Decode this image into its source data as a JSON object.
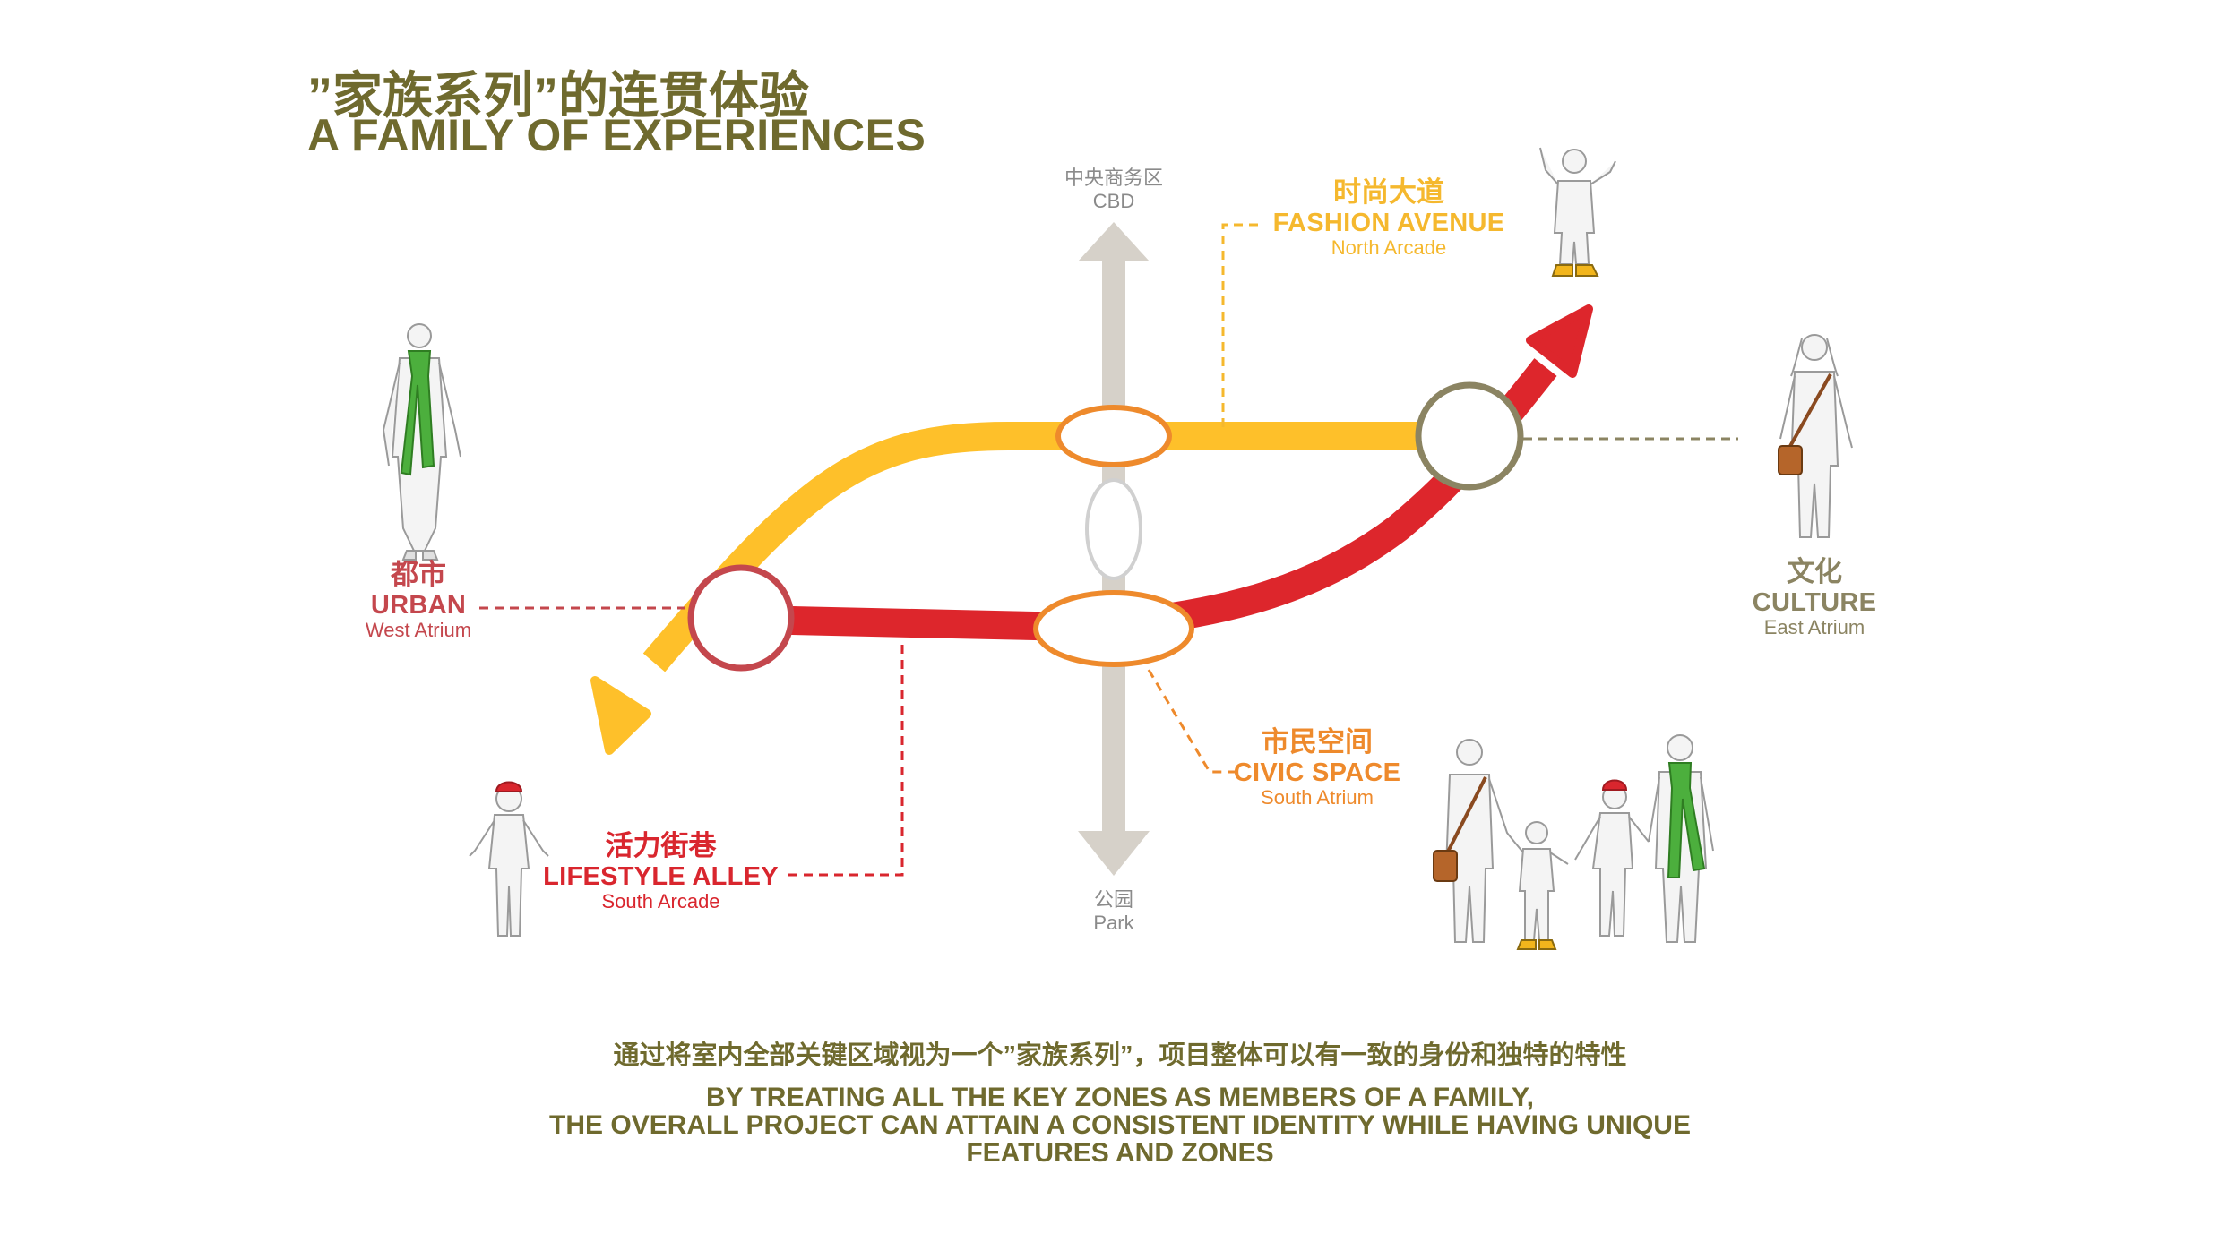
{
  "title": {
    "cn": "”家族系列”的连贯体验",
    "en": "A FAMILY OF EXPERIENCES"
  },
  "axis": {
    "top": {
      "cn": "中央商务区",
      "en": "CBD"
    },
    "bottom": {
      "cn": "公园",
      "en": "Park"
    }
  },
  "zones": {
    "fashion": {
      "cn": "时尚大道",
      "en": "FASHION AVENUE",
      "sub": "North Arcade",
      "color": "#f5b82e"
    },
    "urban": {
      "cn": "都市",
      "en": "URBAN",
      "sub": "West Atrium",
      "color": "#c4474d"
    },
    "culture": {
      "cn": "文化",
      "en": "CULTURE",
      "sub": "East Atrium",
      "color": "#8b8462"
    },
    "civic": {
      "cn": "市民空间",
      "en": "CIVIC SPACE",
      "sub": "South Atrium",
      "color": "#ee8a2c"
    },
    "lifestyle": {
      "cn": "活力街巷",
      "en": "LIFESTYLE ALLEY",
      "sub": "South Arcade",
      "color": "#d9262e"
    }
  },
  "colors": {
    "yellow_route": "#fec02a",
    "red_route": "#dd262c",
    "axis_arrow": "#d6d1c9",
    "olive": "#6f6a2e"
  },
  "icons": [
    "person-scarf-icon",
    "person-bag-icon",
    "person-arms-raised-icon",
    "child-hat-icon",
    "family-group-icon"
  ],
  "footer": {
    "cn": "通过将室内全部关键区域视为一个”家族系列”，项目整体可以有一致的身份和独特的特性",
    "en": [
      "BY TREATING ALL THE KEY ZONES AS MEMBERS OF A FAMILY,",
      "THE OVERALL PROJECT CAN ATTAIN A CONSISTENT IDENTITY WHILE HAVING UNIQUE",
      "FEATURES AND ZONES"
    ]
  }
}
